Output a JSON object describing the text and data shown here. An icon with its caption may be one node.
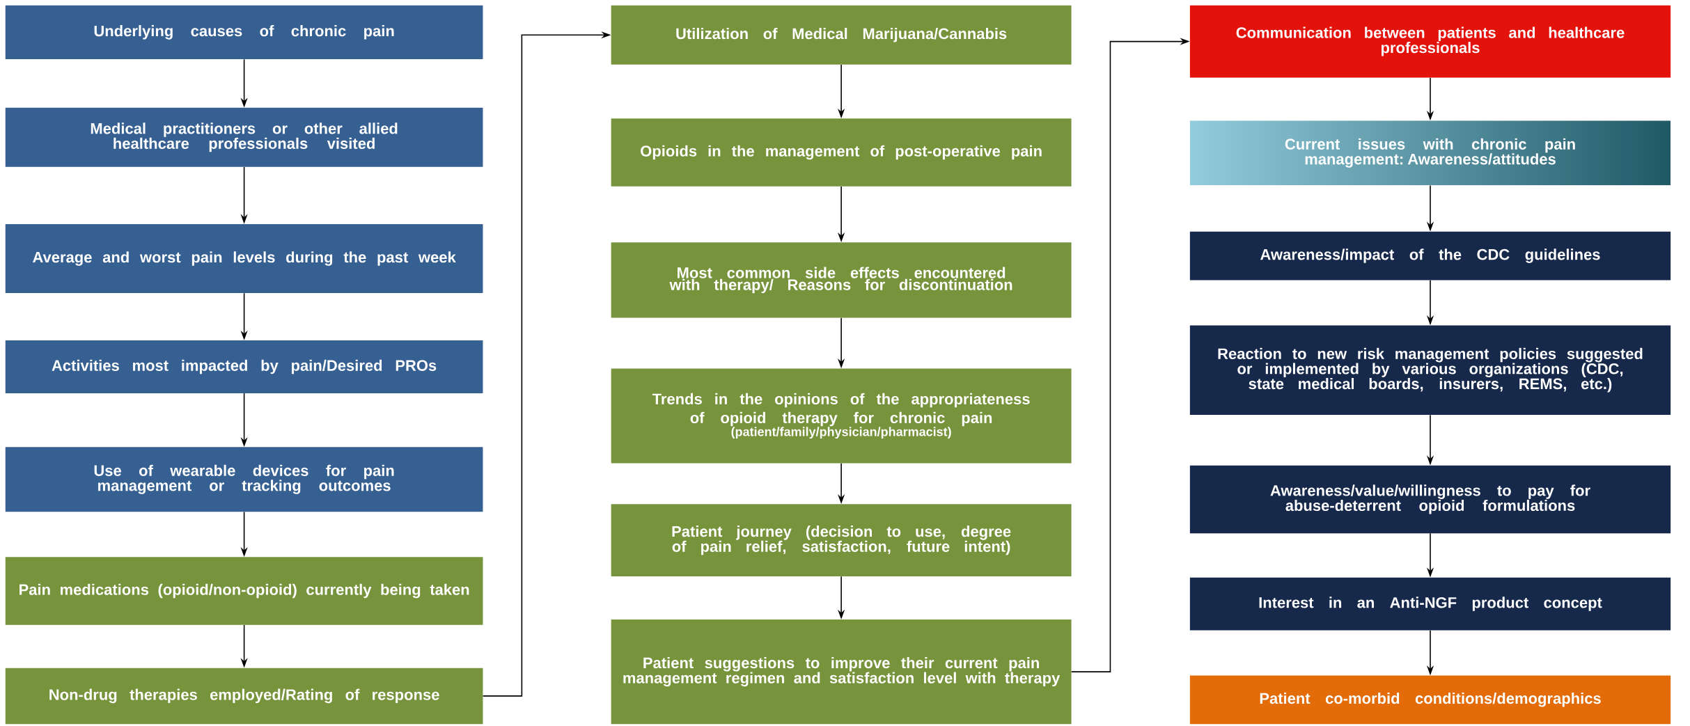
{
  "diagram": {
    "nodes": [
      {
        "text": [
          "Underlying causes of chronic pain"
        ]
      },
      {
        "text": [
          "Medical practitioners or other allied healthcare professionals visited"
        ]
      },
      {
        "text": [
          "Average and worst pain levels during the past week"
        ]
      },
      {
        "text": [
          "Activities most impacted by pain/Desired PROs"
        ]
      },
      {
        "text": [
          "Use of wearable devices for pain management or tracking outcomes"
        ]
      },
      {
        "text": [
          "Pain medications (opioid/non-opioid) currently being taken"
        ]
      },
      {
        "text": [
          "Non-drug therapies employed/Rating of response"
        ]
      },
      {
        "text": [
          "Utilization of Medical Marijuana/Cannabis"
        ]
      },
      {
        "text": [
          "Opioids in the management of post-operative pain"
        ]
      },
      {
        "text": [
          "Most common side effects encountered with therapy/ Reasons for discontinuation"
        ]
      },
      {
        "text": [
          "Trends in the opinions of the appropriateness of opioid therapy for chronic pain",
          "(patient/family/physician/pharmacist)"
        ]
      },
      {
        "text": [
          "Patient journey (decision to use, degree of pain relief, satisfaction, future intent)"
        ]
      },
      {
        "text": [
          "Patient suggestions to improve their current pain management regimen and satisfaction level with therapy"
        ]
      },
      {
        "text": [
          "Communication between patients and healthcare professionals"
        ]
      },
      {
        "text": [
          "Current issues with chronic pain management: Awareness/attitudes"
        ]
      },
      {
        "text": [
          "Awareness/impact of the CDC guidelines"
        ]
      },
      {
        "text": [
          "Reaction to new risk management policies suggested or implemented by various organizations (CDC, state medical boards, insurers, REMS, etc.)"
        ]
      },
      {
        "text": [
          "Awareness/value/willingness to pay for abuse-deterrent opioid formulations"
        ]
      },
      {
        "text": [
          "Interest in an Anti-NGF product concept"
        ]
      },
      {
        "text": [
          "Patient co-morbid conditions/demographics"
        ]
      }
    ],
    "edges": [
      {
        "from": 0,
        "to": 1,
        "arrow": "to"
      },
      {
        "from": 1,
        "to": 2,
        "arrow": "to"
      },
      {
        "from": 2,
        "to": 3,
        "arrow": "to"
      },
      {
        "from": 3,
        "to": 4,
        "arrow": "to"
      },
      {
        "from": 4,
        "to": 5,
        "arrow": "to"
      },
      {
        "from": 5,
        "to": 6,
        "arrow": "to"
      },
      {
        "from": 6,
        "to": 7,
        "arrow": "to"
      },
      {
        "from": 7,
        "to": 8,
        "arrow": "to"
      },
      {
        "from": 8,
        "to": 9,
        "arrow": "to"
      },
      {
        "from": 9,
        "to": 10,
        "arrow": "to"
      },
      {
        "from": 10,
        "to": 11,
        "arrow": "to"
      },
      {
        "from": 11,
        "to": 12,
        "arrow": "to"
      },
      {
        "from": 12,
        "to": 13,
        "arrow": "to"
      },
      {
        "from": 13,
        "to": 14,
        "arrow": "to"
      },
      {
        "from": 14,
        "to": 15,
        "arrow": "to"
      },
      {
        "from": 15,
        "to": 16,
        "arrow": "to"
      },
      {
        "from": 16,
        "to": 17,
        "arrow": "to"
      },
      {
        "from": 17,
        "to": 18,
        "arrow": "to"
      },
      {
        "from": 18,
        "to": 19,
        "arrow": "to"
      }
    ]
  }
}
